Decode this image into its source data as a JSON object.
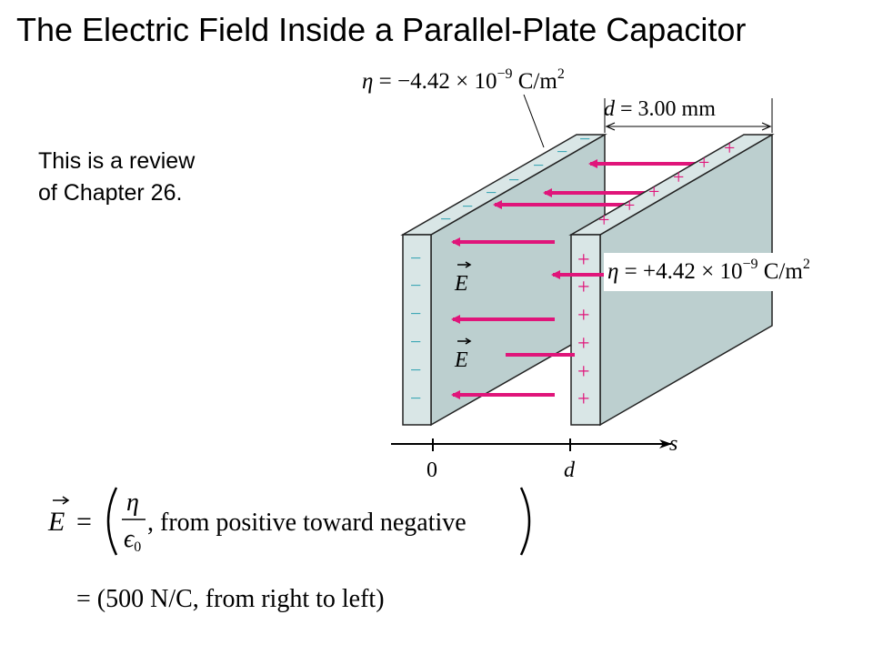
{
  "title": "The Electric Field Inside a Parallel-Plate Capacitor",
  "note": {
    "line1": "This is a review",
    "line2": "of Chapter 26."
  },
  "diagram": {
    "eta_negative": {
      "symbol": "η",
      "text": " = −4.42 × 10",
      "exp": "−9",
      "unit": " C/m",
      "unit_exp": "2"
    },
    "eta_positive": {
      "symbol": "η",
      "text": " = +4.42 × 10",
      "exp": "−9",
      "unit": " C/m",
      "unit_exp": "2"
    },
    "separation": {
      "var": "d",
      "text": " = 3.00 mm"
    },
    "field_label": "E",
    "axis": {
      "label": "s",
      "tick_zero": "0",
      "tick_d": "d"
    },
    "minus_sign": "−",
    "plus_sign": "+",
    "colors": {
      "plate_face": "#bccfcf",
      "plate_edge": "#d9e6e6",
      "arrow": "#e0157a",
      "negative_charge": "#3aa6b4",
      "positive_charge": "#e0157a"
    }
  },
  "equation": {
    "lhs": "E",
    "equals": "=",
    "numerator": "η",
    "denominator": "ϵ",
    "denominator_sub": "0",
    "suffix": ", from positive toward negative",
    "line2": "= (500 N/C, from right to left)"
  }
}
